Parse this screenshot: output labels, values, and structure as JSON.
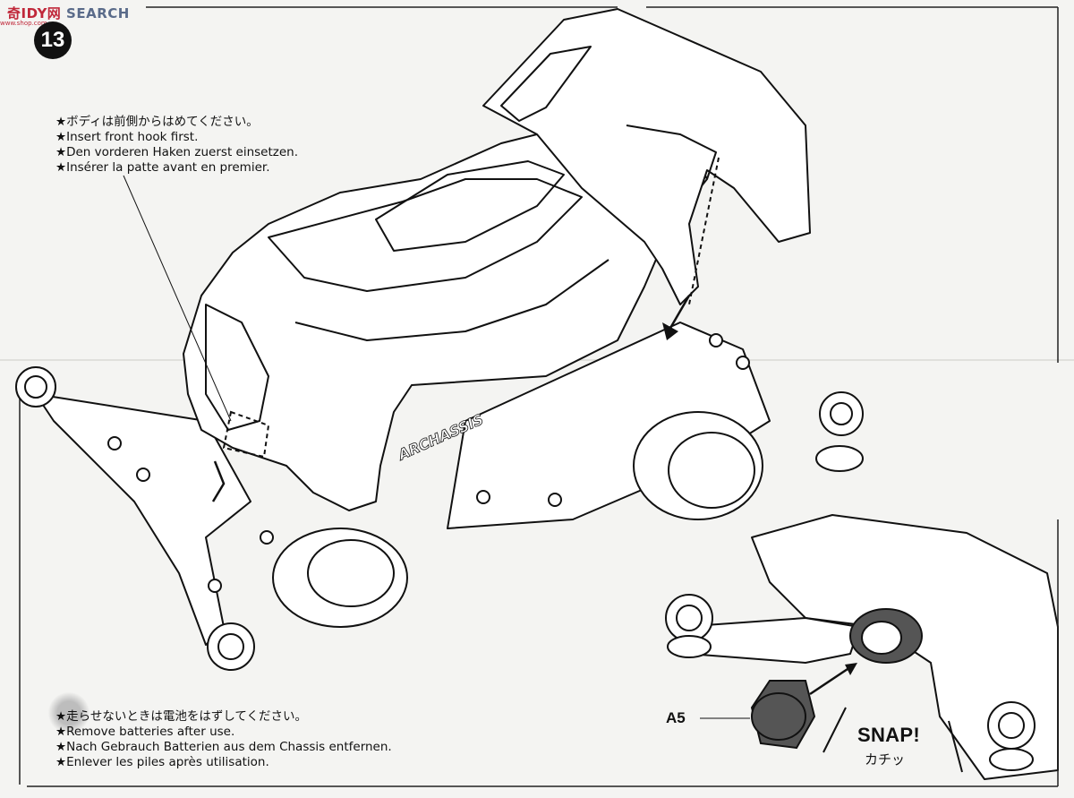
{
  "watermark": {
    "brand_a": "奇IDY网",
    "brand_b": "SEARCH",
    "url": "www.shop.com"
  },
  "step": {
    "number": "13"
  },
  "instructions_top": {
    "lines": [
      "★ボディは前側からはめてください。",
      "★Insert front hook first.",
      "★Den vorderen Haken zuerst einsetzen.",
      "★Insérer la patte avant en premier."
    ]
  },
  "instructions_bottom": {
    "lines": [
      "★走らせないときは電池をはずしてください。",
      "★Remove batteries after use.",
      "★Nach Gebrauch Batterien aus dem Chassis entfernen.",
      "★Enlever les piles après utilisation."
    ]
  },
  "chassis_logo": "ARCHASSIS",
  "part_label": "A5",
  "snap": {
    "en": "SNAP!",
    "jp": "カチッ"
  }
}
